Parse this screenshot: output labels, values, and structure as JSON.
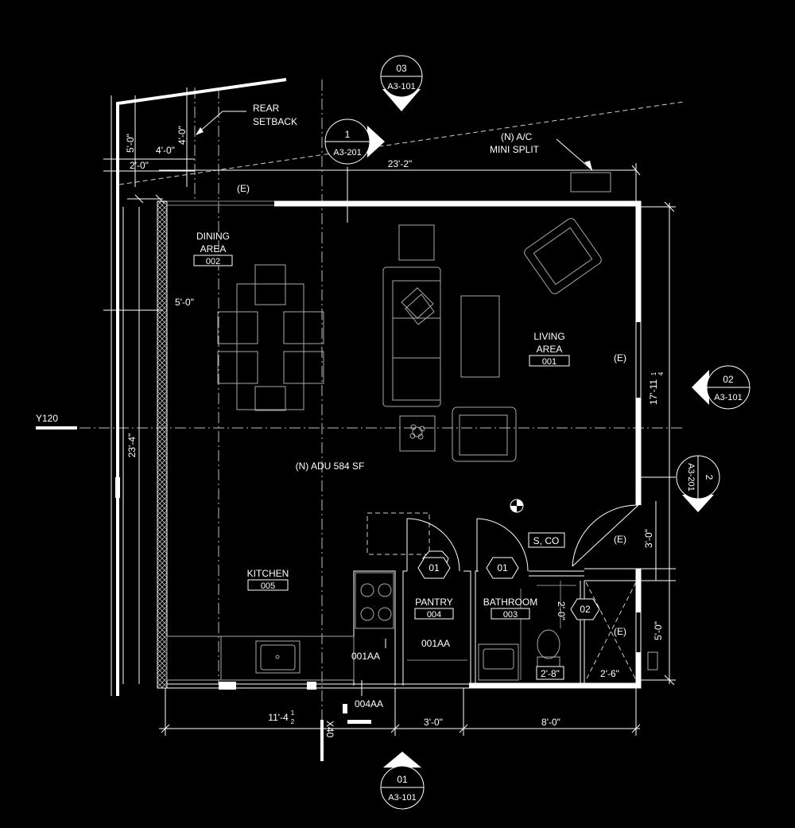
{
  "rooms": {
    "dining": {
      "name_line1": "DINING",
      "name_line2": "AREA",
      "number": "002"
    },
    "living": {
      "name_line1": "LIVING",
      "name_line2": "AREA",
      "number": "001"
    },
    "kitchen": {
      "name": "KITCHEN",
      "number": "005"
    },
    "pantry": {
      "name": "PANTRY",
      "number": "004"
    },
    "bathroom": {
      "name": "BATHROOM",
      "number": "003"
    }
  },
  "area_label": "(N) ADU 584 SF",
  "notes": {
    "rear_setback_line1": "REAR",
    "rear_setback_line2": "SETBACK",
    "ac_line1": "(N) A/C",
    "ac_line2": "MINI SPLIT",
    "cleanout": "S, CO"
  },
  "existing_tags": {
    "top": "(E)",
    "right_mid": "(E)",
    "door": "(E)",
    "shower": "(E)"
  },
  "dimensions": {
    "top_5ft": "5'-0\"",
    "top_4ft_h": "4'-0\"",
    "top_4ft_v": "4'-0\"",
    "top_2ft": "2'-0\"",
    "top_width": "23'-2\"",
    "left_mid": "5'-0\"",
    "left_height": "23'-4\"",
    "right_height": "17'-11",
    "right_height_num": "1",
    "right_height_den": "4",
    "right_door": "3'-0\"",
    "right_lower": "5'-0\"",
    "bottom_left": "11'-4",
    "bottom_left_num": "1",
    "bottom_left_den": "2",
    "bottom_mid": "3'-0\"",
    "bottom_right": "8'-0\"",
    "bath_clear_v": "2'-0\"",
    "bath_clear_h": "2'-8\"",
    "shower_w": "2'-6\""
  },
  "section_marks": {
    "top": {
      "number": "03",
      "sheet": "A3-101"
    },
    "detail": {
      "number": "1",
      "sheet": "A3-201"
    },
    "right": {
      "number": "02",
      "sheet": "A3-101"
    },
    "right_section": {
      "number": "2",
      "sheet": "A3-201"
    },
    "bottom": {
      "number": "01",
      "sheet": "A3-101"
    }
  },
  "door_tags": {
    "pantry": "01",
    "bathroom": "01",
    "shower": "02"
  },
  "fixture_tags": {
    "f1": "001AA",
    "f2": "001AA",
    "f3": "004AA"
  },
  "grid_labels": {
    "y": "Y120",
    "x": "X40"
  }
}
